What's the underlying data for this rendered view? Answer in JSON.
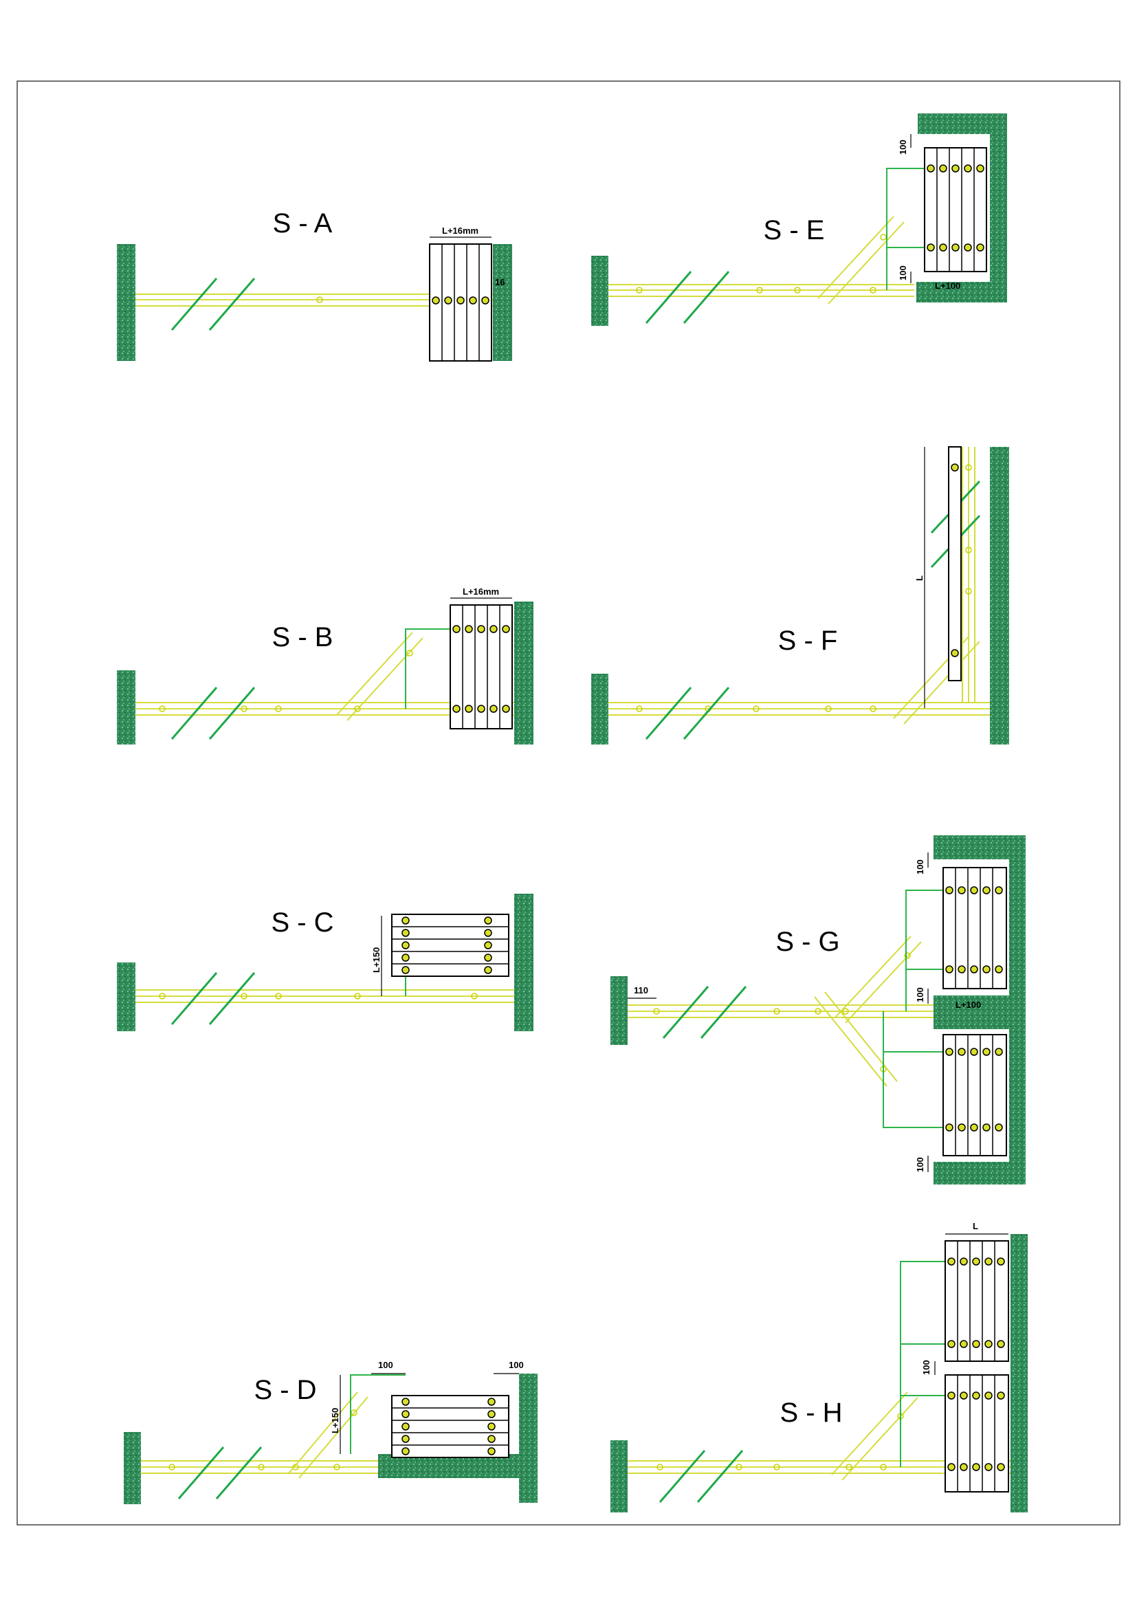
{
  "diagrams": [
    {
      "id": "sa",
      "title": "S - A",
      "dims": [
        "L+16mm",
        "16"
      ]
    },
    {
      "id": "sb",
      "title": "S - B",
      "dims": [
        "L+16mm"
      ]
    },
    {
      "id": "sc",
      "title": "S - C",
      "dims": [
        "L+150"
      ]
    },
    {
      "id": "sd",
      "title": "S - D",
      "dims": [
        "100",
        "100",
        "L+150"
      ]
    },
    {
      "id": "se",
      "title": "S - E",
      "dims": [
        "100",
        "100",
        "L+100"
      ]
    },
    {
      "id": "sf",
      "title": "S - F",
      "dims": [
        "L"
      ]
    },
    {
      "id": "sg",
      "title": "S - G",
      "dims": [
        "100",
        "100",
        "L+100",
        "110",
        "100"
      ]
    },
    {
      "id": "sh",
      "title": "S - H",
      "dims": [
        "L",
        "100"
      ]
    }
  ],
  "colors": {
    "wall": "#2e8b57",
    "rail": "#d4dc3a",
    "bracket": "#2bb44a",
    "break": "#1ea84a"
  }
}
